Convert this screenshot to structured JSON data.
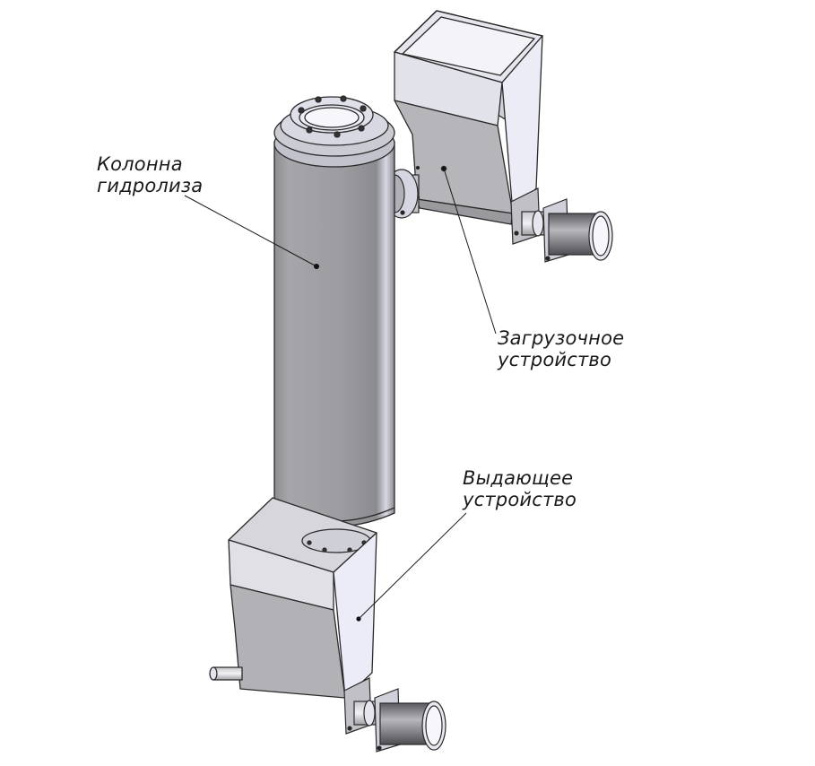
{
  "labels": {
    "column": {
      "line1": "Колонна",
      "line2": "гидролиза"
    },
    "loading": {
      "line1": "Загрузочное",
      "line2": "устройство"
    },
    "discharge": {
      "line1": "Выдающее",
      "line2": "устройство"
    }
  },
  "colors": {
    "background": "#ffffff",
    "metal": "#a9a9ad",
    "outline": "#2a2a2a",
    "highlight": "#dcdcf0"
  }
}
